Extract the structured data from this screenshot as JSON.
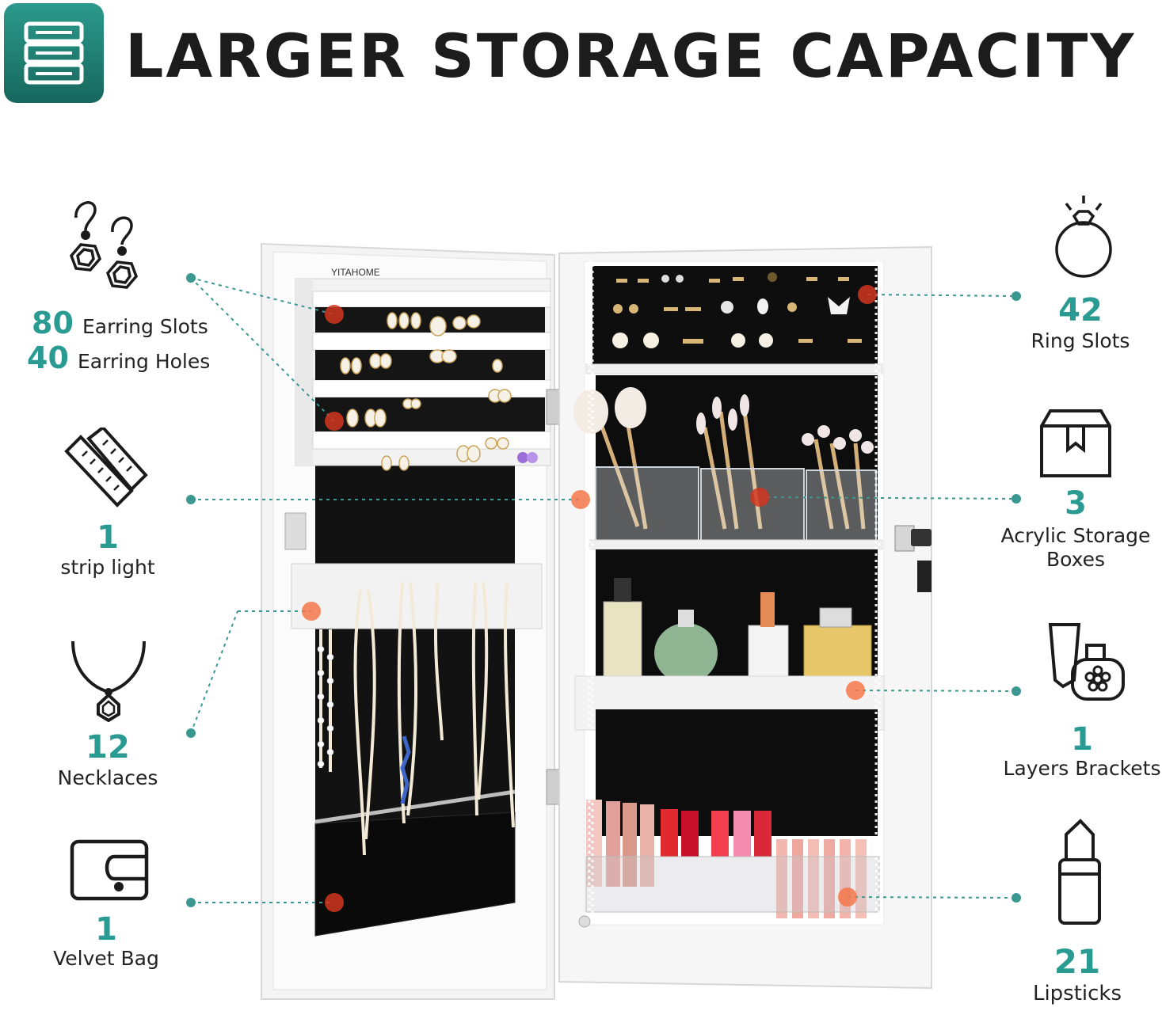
{
  "header": {
    "title": "LARGER STORAGE CAPACITY",
    "icon": "storage-drawers-icon",
    "accent_color": "#2a9b92"
  },
  "brand": {
    "logo_text": "YITAHOME"
  },
  "features_left": [
    {
      "icon": "earrings-icon",
      "lines": [
        {
          "count": "80",
          "label": "Earring Slots"
        },
        {
          "count": "40",
          "label": "Earring Holes"
        }
      ]
    },
    {
      "icon": "strip-light-icon",
      "count": "1",
      "label": "strip light"
    },
    {
      "icon": "necklace-icon",
      "count": "12",
      "label": "Necklaces"
    },
    {
      "icon": "velvet-bag-icon",
      "count": "1",
      "label": "Velvet Bag"
    }
  ],
  "features_right": [
    {
      "icon": "ring-icon",
      "count": "42",
      "label": "Ring Slots"
    },
    {
      "icon": "box-icon",
      "count": "3",
      "label_line1": "Acrylic Storage",
      "label_line2": "Boxes"
    },
    {
      "icon": "cosmetics-icon",
      "count": "1",
      "label": "Layers Brackets"
    },
    {
      "icon": "lipstick-icon",
      "count": "21",
      "label": "Lipsticks"
    }
  ]
}
